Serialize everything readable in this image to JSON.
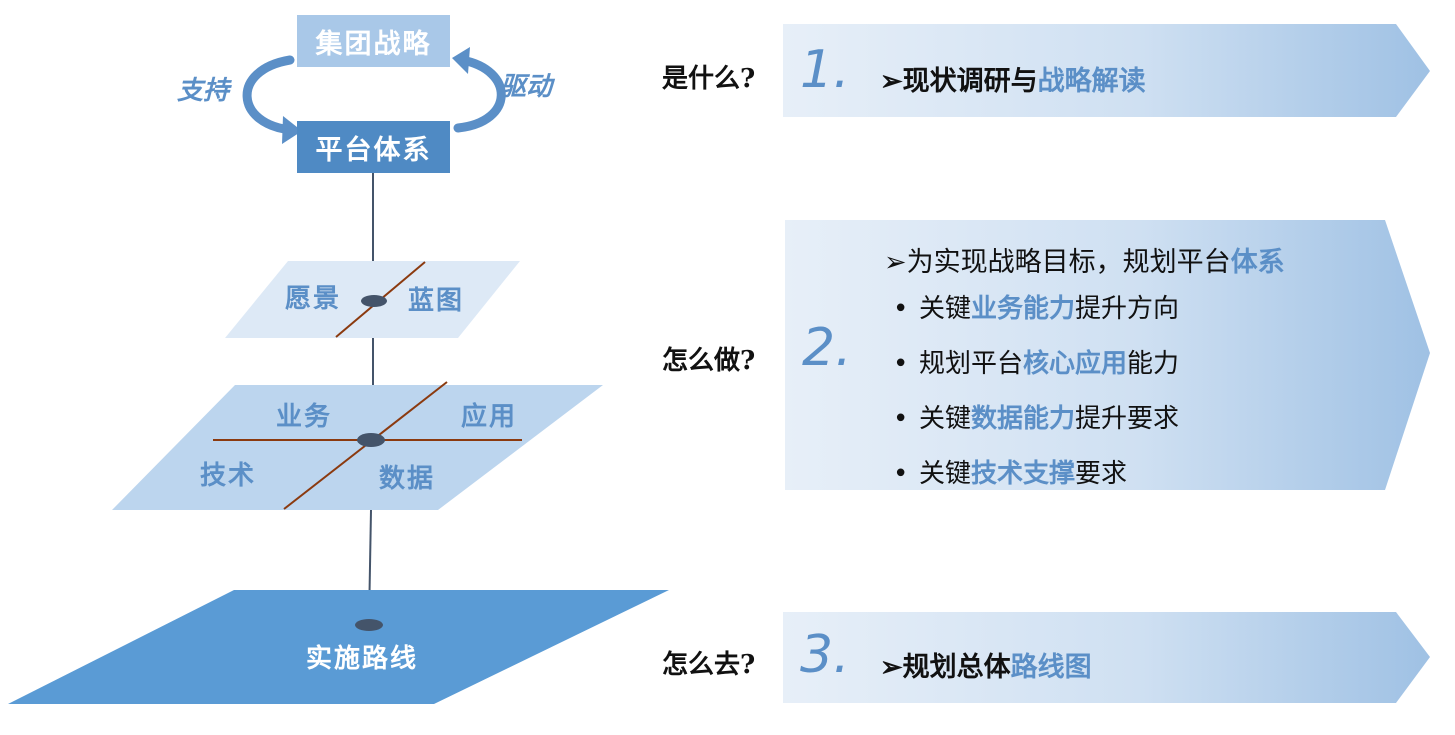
{
  "left": {
    "top_box": "集团战略",
    "bottom_box": "平台体系",
    "support_label": "支持",
    "drive_label": "驱动",
    "plane1": {
      "left": "愿景",
      "right": "蓝图"
    },
    "plane2": {
      "tl": "业务",
      "tr": "应用",
      "bl": "技术",
      "br": "数据"
    },
    "plane3": "实施路线"
  },
  "right": {
    "q1": "是什么?",
    "n1": "1.",
    "item1": {
      "prefix": "现状调研与",
      "hl": "战略解读"
    },
    "q2": "怎么做?",
    "n2": "2.",
    "item2_head": {
      "prefix": "为实现战略目标，规划平台",
      "hl": "体系"
    },
    "bullets": [
      {
        "pre": "关键",
        "hl": "业务能力",
        "post": "提升方向"
      },
      {
        "pre": "规划平台",
        "hl": "核心应用",
        "post": "能力"
      },
      {
        "pre": "关键",
        "hl": "数据能力",
        "post": "提升要求"
      },
      {
        "pre": "关键",
        "hl": "技术支撑",
        "post": "要求"
      }
    ],
    "q3": "怎么去?",
    "n3": "3.",
    "item3": {
      "prefix": "规划总体",
      "hl": "路线图"
    }
  },
  "colors": {
    "accent": "#5b8fc7",
    "box_light": "#a9c8e8",
    "box_dark": "#4f8ac4",
    "plane_light": "#dde9f6",
    "plane_mid": "#bcd5ee",
    "plane_dark": "#5a9bd5",
    "node": "#44546a",
    "cross": "#8b3a0f"
  }
}
